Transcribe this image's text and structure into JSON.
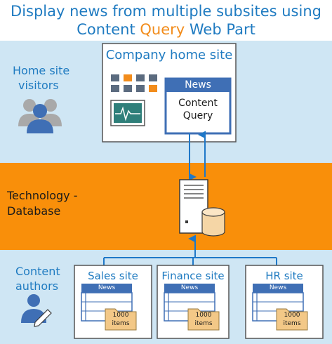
{
  "title": {
    "line1": "Display news from multiple subsites using",
    "line2_part1": "Content ",
    "line2_highlight": "Query",
    "line2_part2": " Web Part"
  },
  "bands": {
    "visitors_label_1": "Home site",
    "visitors_label_2": "visitors",
    "database_label_1": "Technology -",
    "database_label_2": "Database",
    "authors_label_1": "Content",
    "authors_label_2": "authors"
  },
  "home_site": {
    "title": "Company home site",
    "news_header": "News",
    "cq_line1": "Content",
    "cq_line2": "Query"
  },
  "subsites": [
    {
      "title": "Sales site",
      "news": "News",
      "count": "1000",
      "unit": "items"
    },
    {
      "title": "Finance site",
      "news": "News",
      "count": "1000",
      "unit": "items"
    },
    {
      "title": "HR site",
      "news": "News",
      "count": "1000",
      "unit": "items"
    }
  ],
  "colors": {
    "title_blue": "#1f7bc1",
    "highlight_orange": "#f28c1b",
    "band_light_blue": "#cfe6f4",
    "band_orange": "#f98f0a",
    "box_border": "#555555",
    "news_blue": "#3f6fb5",
    "arrow_blue": "#1f78c8"
  }
}
